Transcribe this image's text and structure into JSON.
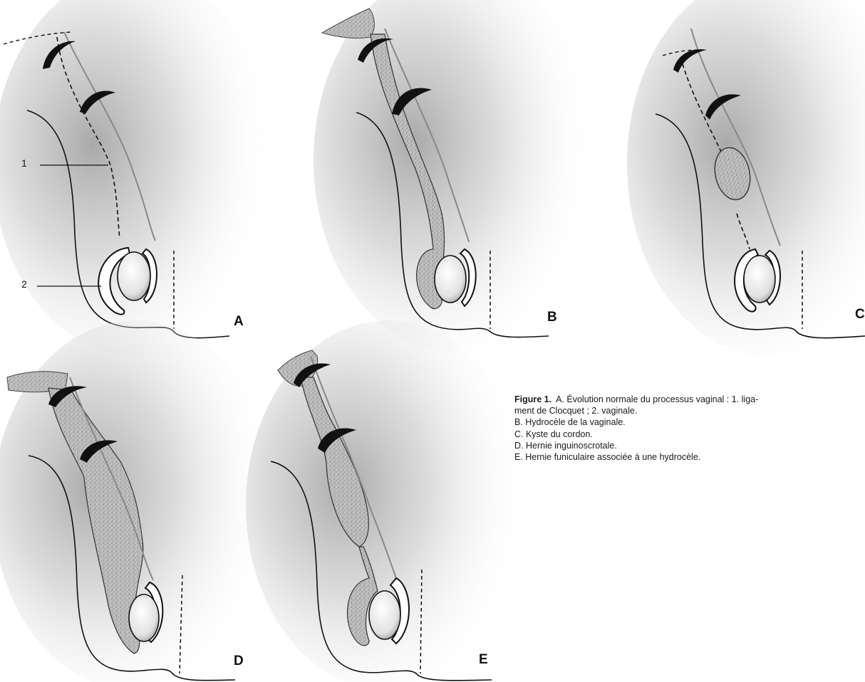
{
  "panels": {
    "A": {
      "letter": "A",
      "callout_1": "1",
      "callout_2": "2"
    },
    "B": {
      "letter": "B"
    },
    "C": {
      "letter": "C"
    },
    "D": {
      "letter": "D"
    },
    "E": {
      "letter": "E"
    }
  },
  "caption": {
    "figure_label": "Figure 1.",
    "line1": "A. Évolution normale du processus vaginal : 1. liga-",
    "line1b": "ment de Clocquet ; 2. vaginale.",
    "line2": "B. Hydrocèle de la vaginale.",
    "line3": "C. Kyste du cordon.",
    "line4": "D. Hernie inguinoscrotale.",
    "line5": "E. Hernie funiculaire associée à une hydrocèle."
  }
}
